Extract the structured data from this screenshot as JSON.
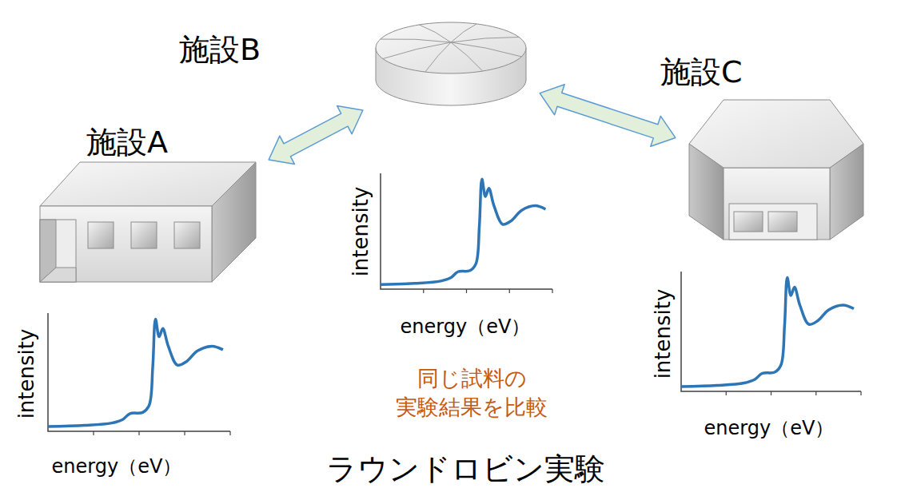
{
  "diagram": {
    "caption": "ラウンドロビン実験",
    "nodes": [
      {
        "text": [
          "施設A"
        ]
      },
      {
        "text": [
          "施設B"
        ]
      },
      {
        "text": [
          "施設C"
        ]
      }
    ],
    "edges": [
      {
        "from": 0,
        "to": 1,
        "arrow": "both"
      },
      {
        "from": 1,
        "to": 2,
        "arrow": "both"
      }
    ],
    "labels": [
      "intensity",
      "energy（eV）",
      "intensity",
      "energy（eV）",
      "intensity",
      "energy（eV）",
      "同じ試料の 実験結果を比較"
    ]
  }
}
